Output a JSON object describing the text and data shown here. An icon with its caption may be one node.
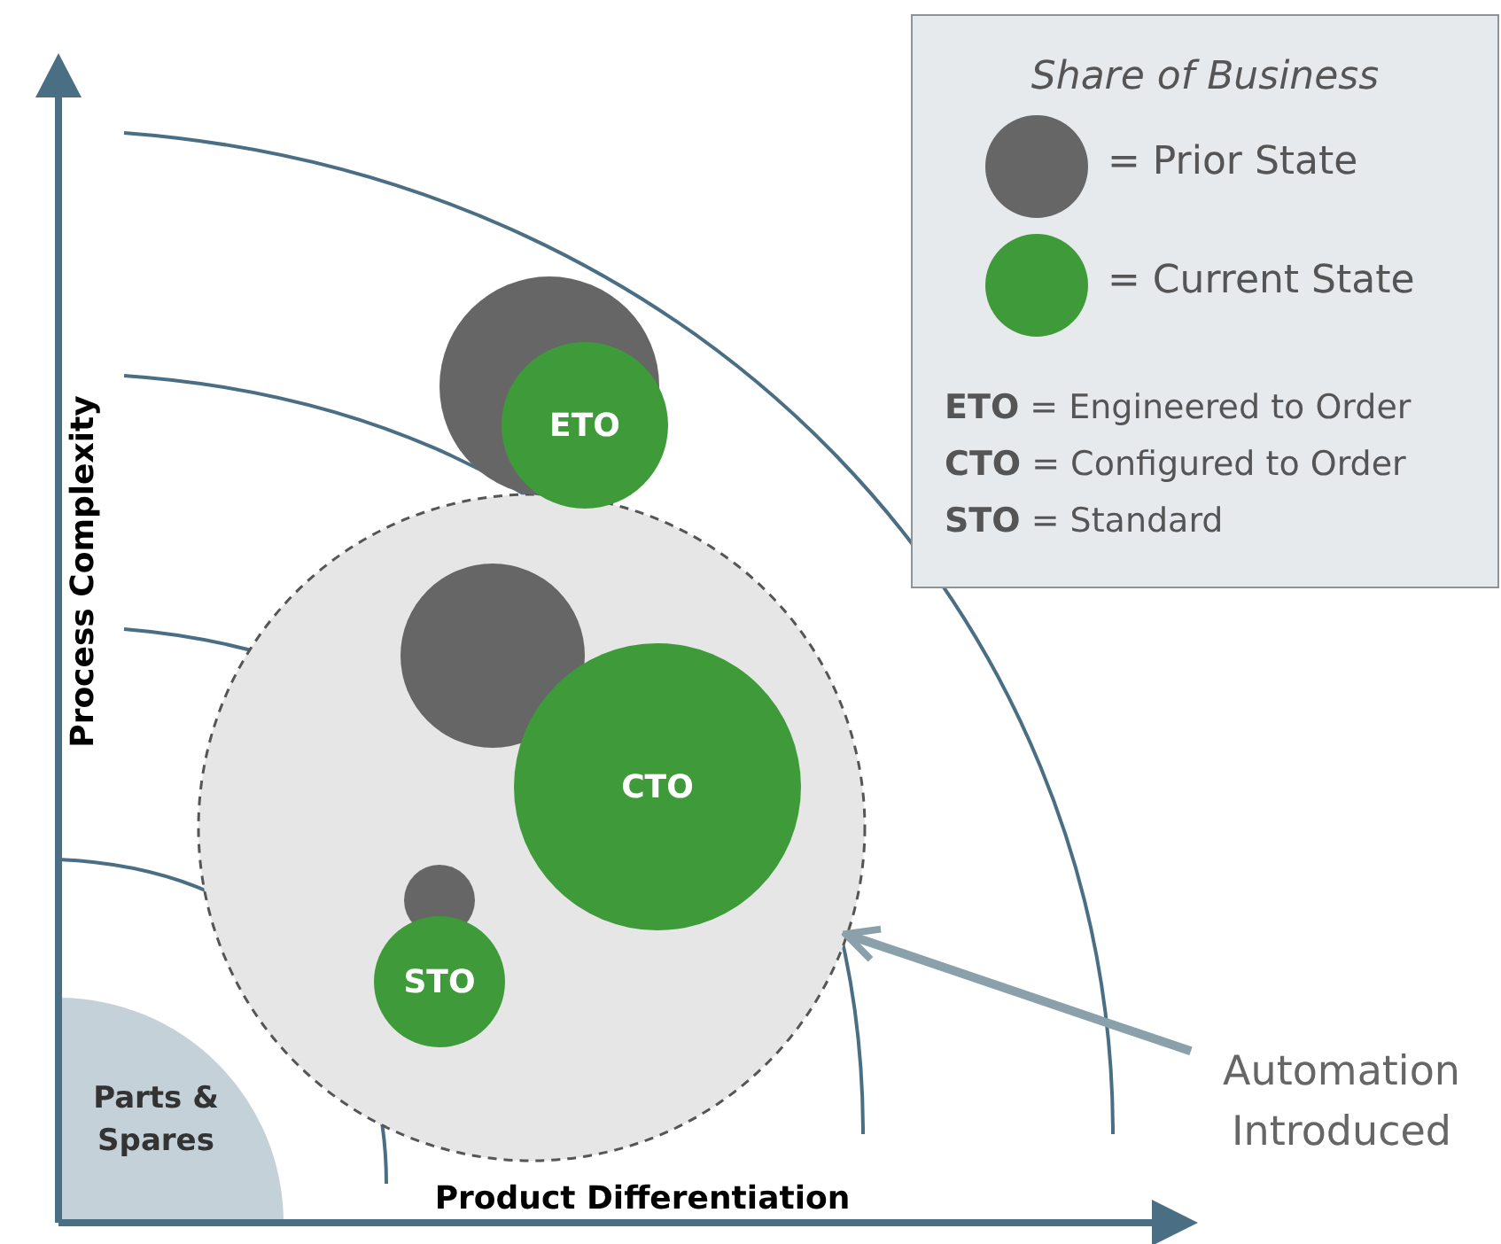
{
  "diagram": {
    "nodes": [
      {
        "text": [],
        "shape": "circle"
      },
      {
        "text": [
          "ETO"
        ]
      },
      {
        "text": [],
        "shape": "circle"
      },
      {
        "text": [],
        "shape": "circle",
        "in": 2
      },
      {
        "text": [
          "CTO"
        ],
        "in": 2
      },
      {
        "text": [],
        "shape": "circle",
        "in": 2
      },
      {
        "text": [
          "STO"
        ],
        "in": 2
      },
      {
        "text": [
          "Parts & Spares"
        ]
      },
      {
        "text": [
          "Automation Introduced"
        ]
      }
    ],
    "edges": [
      {
        "from": 8,
        "to": 2,
        "arrow": "to"
      }
    ],
    "labels": [
      "Share of Business",
      "**ETO** = Engineered to Order",
      "**CTO** = Configured to Order",
      "**STO** = Standard",
      "Process Complexity",
      "Product Differentiation"
    ],
    "legend": [
      {
        "text": "= Prior State",
        "color": "#666666"
      },
      {
        "text": "= Current State",
        "color": "#3f9a3a"
      }
    ]
  }
}
